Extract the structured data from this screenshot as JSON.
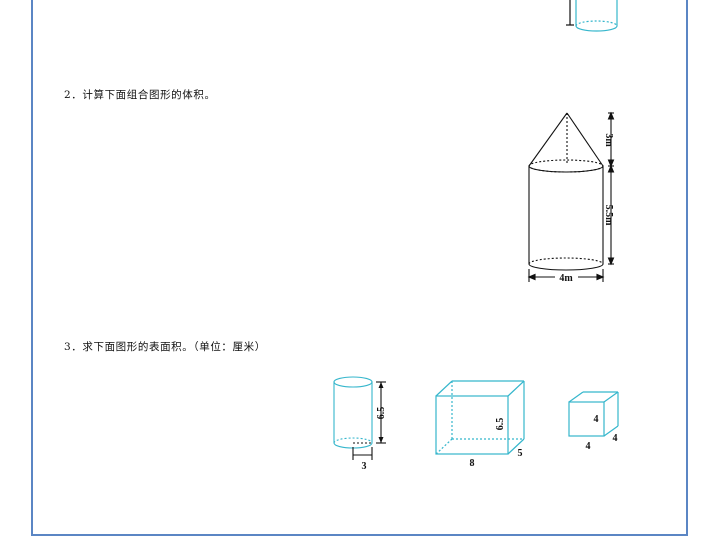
{
  "questions": [
    {
      "text": "2．计算下面组合图形的体积。"
    },
    {
      "text": "3．求下面图形的表面积。（单位：厘米）"
    }
  ],
  "figure_q2": {
    "cone_height_label": "3m",
    "cylinder_height_label": "5.5m",
    "diameter_label": "4m"
  },
  "figure_q3": {
    "cylinder": {
      "height_label": "6.5",
      "radius_label": "3"
    },
    "cuboid": {
      "height_label": "6.5",
      "length_label": "8",
      "width_label": "5"
    },
    "cube": {
      "height_label": "4",
      "length_label": "4",
      "width_label": "4"
    }
  },
  "colors": {
    "border": "#5b86c4",
    "shape_cyan": "#35b6cc",
    "line": "#111111"
  }
}
